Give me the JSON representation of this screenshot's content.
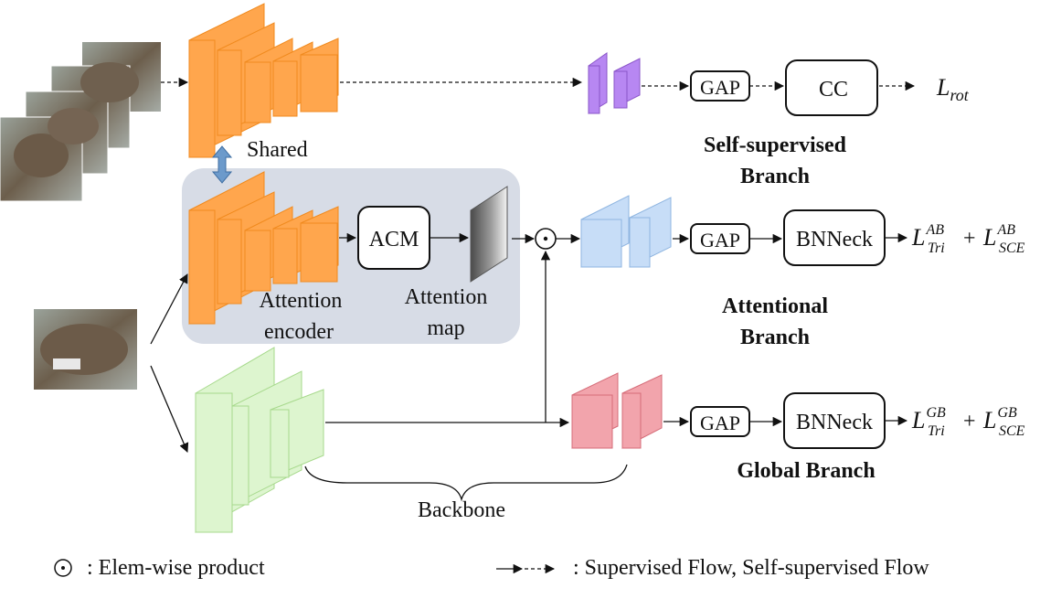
{
  "labels": {
    "shared": "Shared",
    "attention_encoder_l1": "Attention",
    "attention_encoder_l2": "encoder",
    "attention_map_l1": "Attention",
    "attention_map_l2": "map",
    "backbone": "Backbone",
    "acm": "ACM",
    "gap_self": "GAP",
    "gap_att": "GAP",
    "gap_glob": "GAP",
    "cc": "CC",
    "bnneck_att": "BNNeck",
    "bnneck_glob": "BNNeck"
  },
  "branches": {
    "self_l1": "Self-supervised",
    "self_l2": "Branch",
    "att_l1": "Attentional",
    "att_l2": "Branch",
    "global": "Global Branch"
  },
  "losses": {
    "rot": {
      "base": "L",
      "sub": "rot"
    },
    "att_tri": {
      "base": "L",
      "sup": "AB",
      "sub": "Tri"
    },
    "att_sce": {
      "base": "L",
      "sup": "AB",
      "sub": "SCE"
    },
    "glob_tri": {
      "base": "L",
      "sup": "GB",
      "sub": "Tri"
    },
    "glob_sce": {
      "base": "L",
      "sup": "GB",
      "sub": "SCE"
    },
    "plus": "+"
  },
  "legend": {
    "odot_symbol": "⊙",
    "odot_text": ": Elem-wise product",
    "flow_text": ": Supervised Flow, Self-supervised Flow"
  },
  "colors": {
    "orange_front": "#FFA64D",
    "orange_side": "#F08A1E",
    "purple_front": "#B787F2",
    "blue_front": "#C7DDF7",
    "red_front": "#F2A4AC",
    "green_front": "#DDF5CF",
    "group_bg": "#D7DCE6",
    "double_arrow": "#6C9ACB"
  }
}
